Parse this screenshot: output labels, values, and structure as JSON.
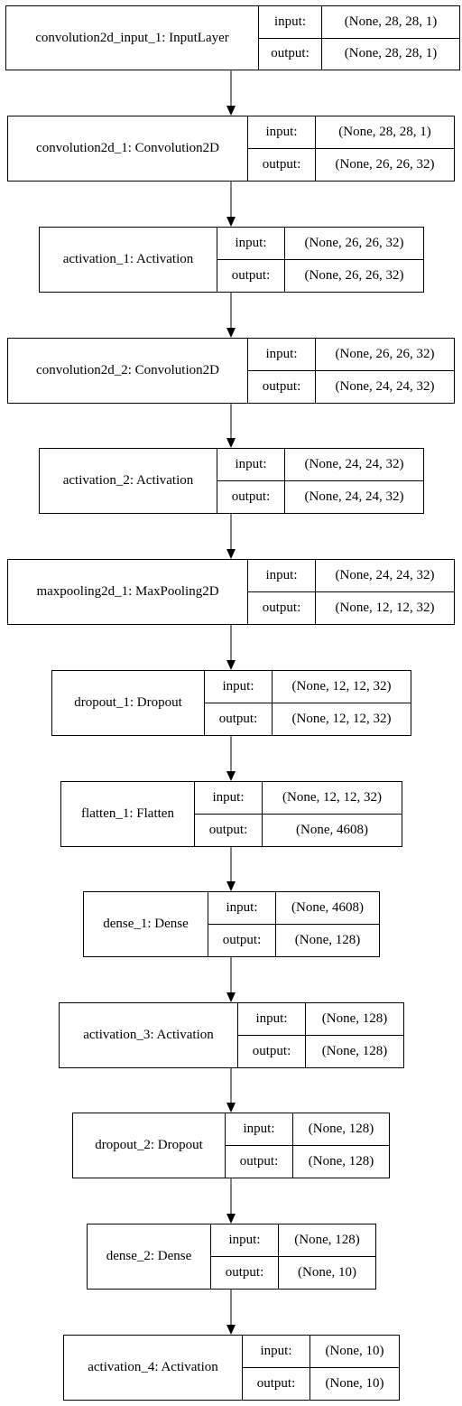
{
  "port_labels": {
    "input": "input:",
    "output": "output:"
  },
  "layers": [
    {
      "name": "convolution2d_input_1: InputLayer",
      "input": "(None, 28, 28, 1)",
      "output": "(None, 28, 28, 1)"
    },
    {
      "name": "convolution2d_1: Convolution2D",
      "input": "(None, 28, 28, 1)",
      "output": "(None, 26, 26, 32)"
    },
    {
      "name": "activation_1: Activation",
      "input": "(None, 26, 26, 32)",
      "output": "(None, 26, 26, 32)"
    },
    {
      "name": "convolution2d_2: Convolution2D",
      "input": "(None, 26, 26, 32)",
      "output": "(None, 24, 24, 32)"
    },
    {
      "name": "activation_2: Activation",
      "input": "(None, 24, 24, 32)",
      "output": "(None, 24, 24, 32)"
    },
    {
      "name": "maxpooling2d_1: MaxPooling2D",
      "input": "(None, 24, 24, 32)",
      "output": "(None, 12, 12, 32)"
    },
    {
      "name": "dropout_1: Dropout",
      "input": "(None, 12, 12, 32)",
      "output": "(None, 12, 12, 32)"
    },
    {
      "name": "flatten_1: Flatten",
      "input": "(None, 12, 12, 32)",
      "output": "(None, 4608)"
    },
    {
      "name": "dense_1: Dense",
      "input": "(None, 4608)",
      "output": "(None, 128)"
    },
    {
      "name": "activation_3: Activation",
      "input": "(None, 128)",
      "output": "(None, 128)"
    },
    {
      "name": "dropout_2: Dropout",
      "input": "(None, 128)",
      "output": "(None, 128)"
    },
    {
      "name": "dense_2: Dense",
      "input": "(None, 128)",
      "output": "(None, 10)"
    },
    {
      "name": "activation_4: Activation",
      "input": "(None, 10)",
      "output": "(None, 10)"
    }
  ]
}
